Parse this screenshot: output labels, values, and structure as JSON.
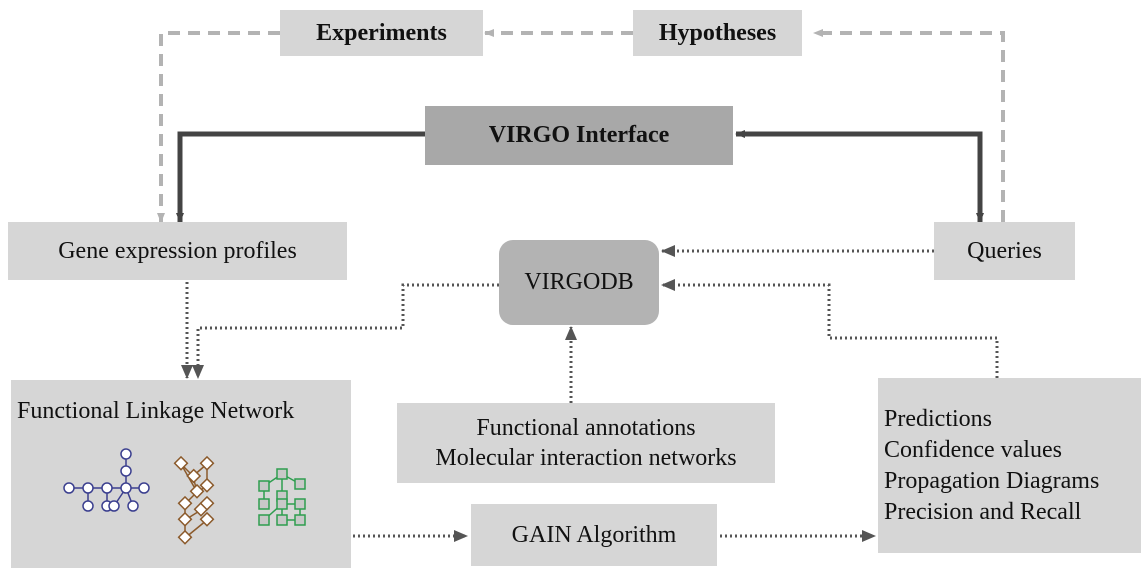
{
  "nodes": {
    "experiments": "Experiments",
    "hypotheses": "Hypotheses",
    "virgo_interface": "VIRGO Interface",
    "gene_expression": "Gene expression profiles",
    "virgodb": "VIRGODB",
    "queries": "Queries",
    "functional_linkage": "Functional Linkage Network",
    "annotations_line1": "Functional annotations",
    "annotations_line2": "Molecular interaction networks",
    "gain": "GAIN Algorithm",
    "predictions": [
      "Predictions",
      "Confidence values",
      "Propagation Diagrams",
      "Precision and Recall"
    ]
  },
  "colors": {
    "box_fill": "#d6d6d6",
    "interface_fill": "#a8a8a8",
    "db_fill": "#b3b3b3",
    "feedback_line": "#b3b3b3",
    "main_line": "#444444",
    "dotted_line": "#555555",
    "graph_blue": "#3b3f8f",
    "graph_brown": "#8b5a2b",
    "graph_green": "#2e9e4f"
  }
}
